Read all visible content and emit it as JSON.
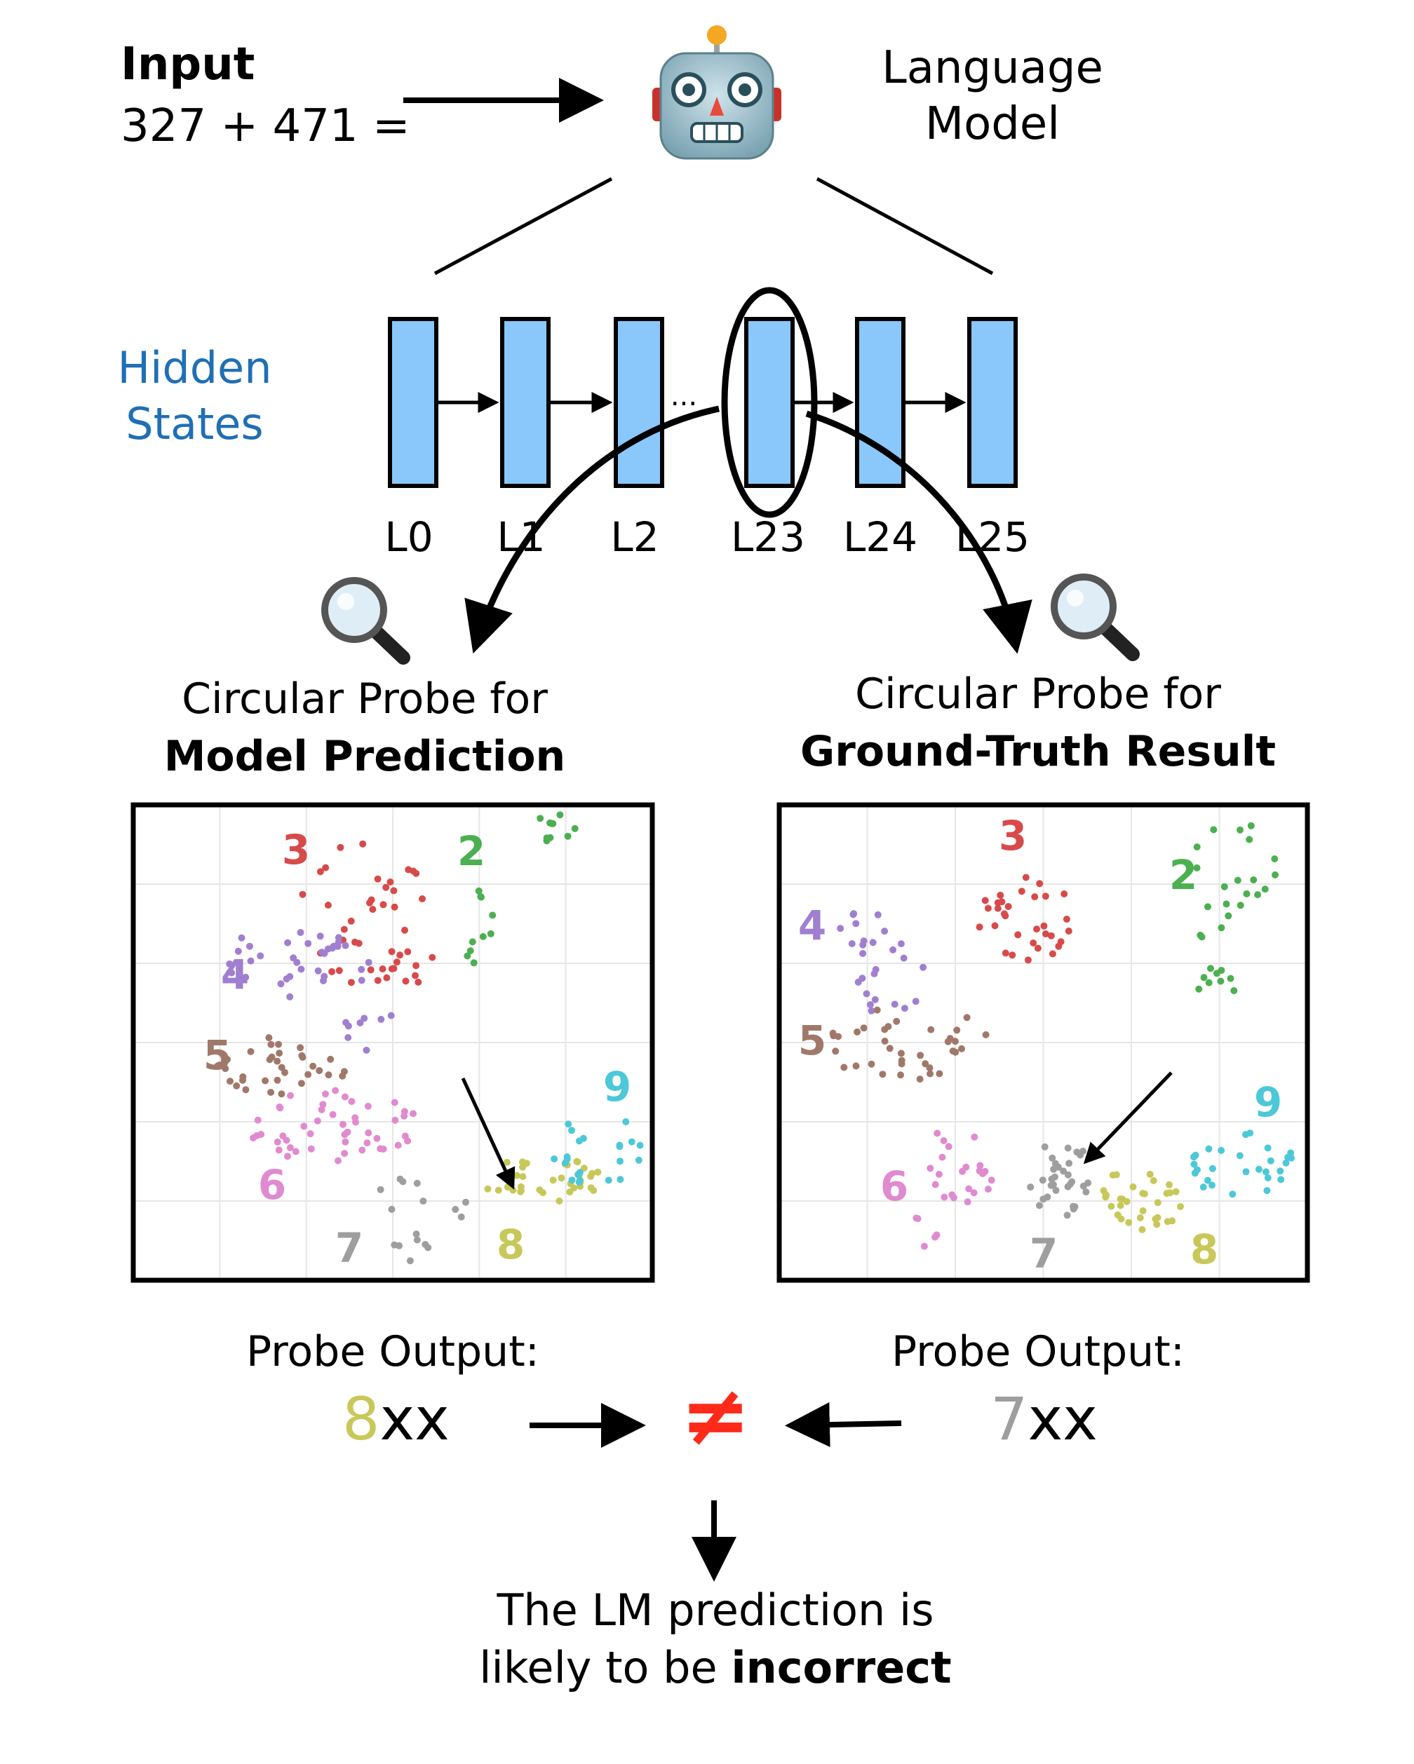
{
  "input": {
    "heading": "Input",
    "expression": "327 + 471 ="
  },
  "model": {
    "label_line1": "Language",
    "label_line2": "Model",
    "icon": "robot-face-icon"
  },
  "hidden_states": {
    "label_line1": "Hidden",
    "label_line2": "States",
    "ellipsis": "...",
    "layers": [
      "L0",
      "L1",
      "L2",
      "L23",
      "L24",
      "L25"
    ],
    "highlighted_layer": "L23"
  },
  "left_probe": {
    "title_line1": "Circular Probe for",
    "title_line2": "Model Prediction",
    "digit_labels": [
      "3",
      "2",
      "4",
      "5",
      "9",
      "6",
      "7",
      "8"
    ],
    "output_label": "Probe Output:",
    "output_digit": "8",
    "output_suffix": "xx"
  },
  "right_probe": {
    "title_line1": "Circular Probe for",
    "title_line2": "Ground-Truth Result",
    "digit_labels": [
      "3",
      "2",
      "4",
      "5",
      "9",
      "6",
      "7",
      "8"
    ],
    "output_label": "Probe Output:",
    "output_digit": "7",
    "output_suffix": "xx"
  },
  "comparison": {
    "symbol": "≠"
  },
  "conclusion": {
    "line1": "The LM prediction is",
    "line2_prefix": "likely to be ",
    "line2_bold": "incorrect"
  },
  "colors": {
    "hidden_label": "#1f6fb5",
    "layer_fill": "#8ac8fb",
    "neq": "#ff2a1a",
    "digit_colors": {
      "2": "#4caf50",
      "3": "#d84a4a",
      "4": "#a07fd0",
      "5": "#a0786a",
      "6": "#e08ad0",
      "7": "#9e9e9e",
      "8": "#c8c85a",
      "9": "#4cc8d8"
    }
  }
}
